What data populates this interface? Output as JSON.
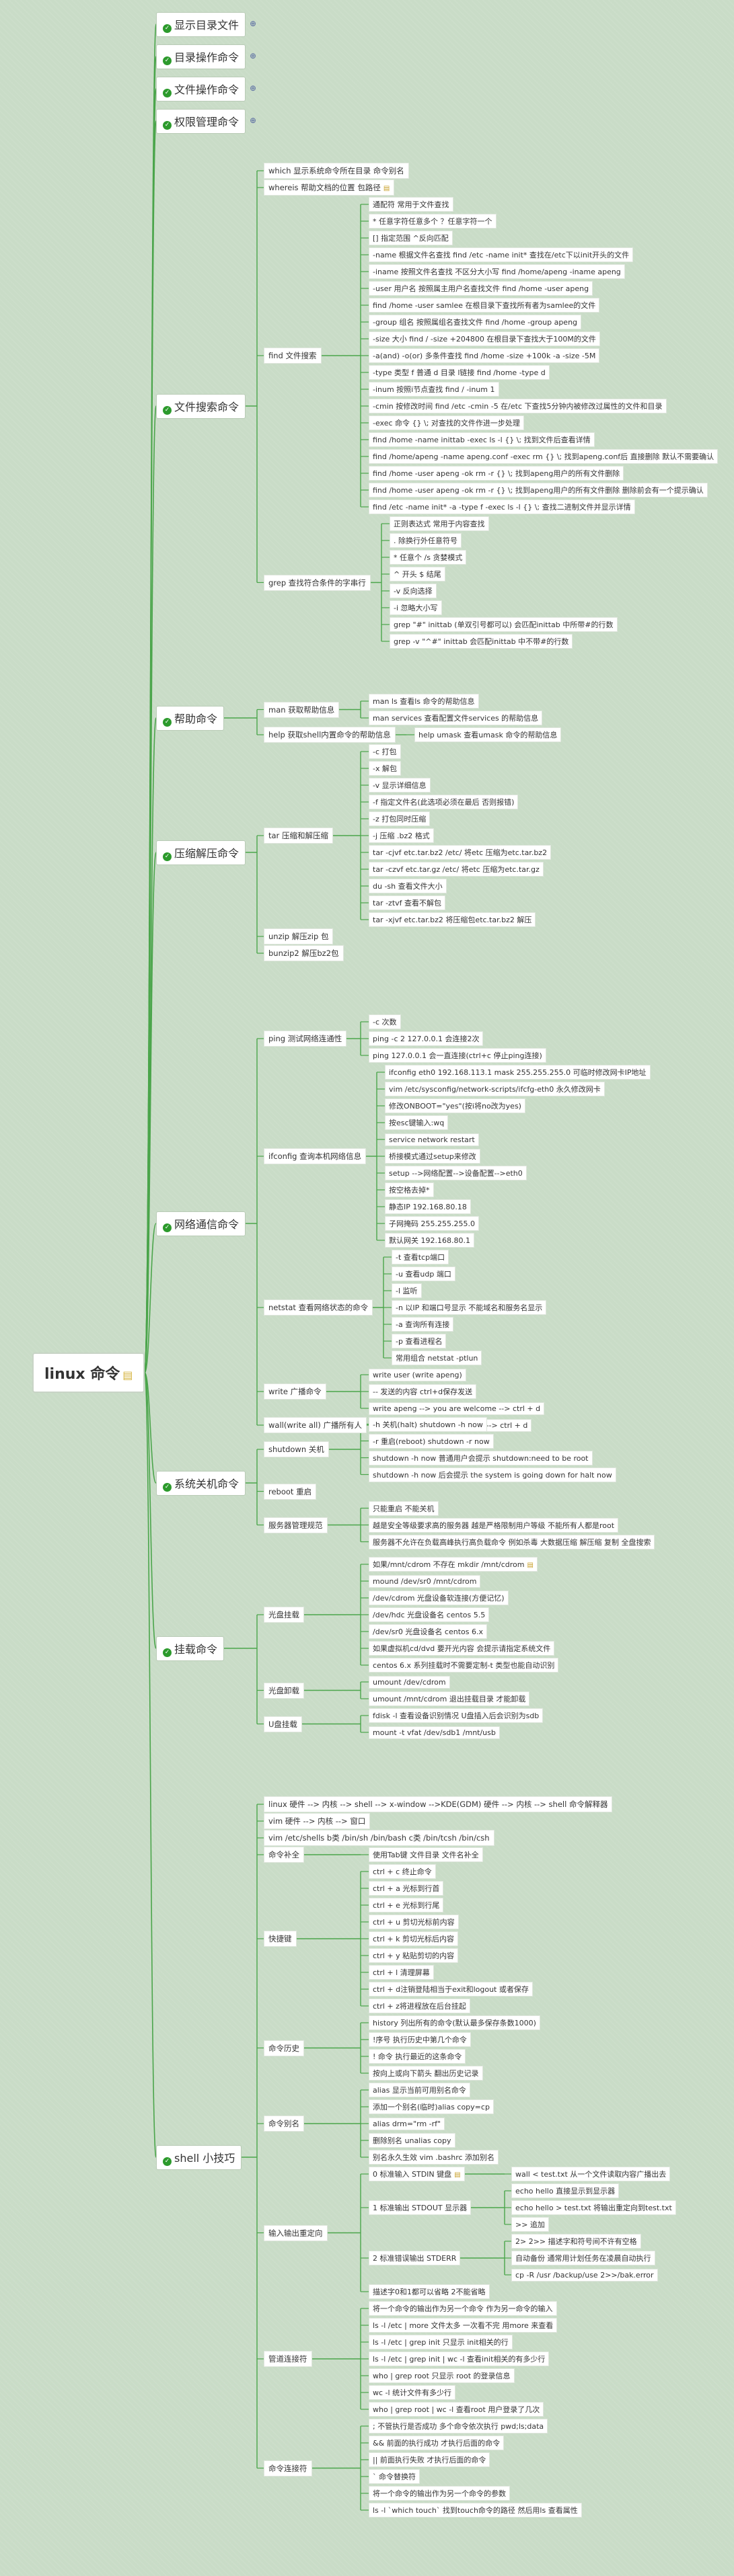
{
  "root": {
    "label": "linux 命令",
    "note": true
  },
  "branches": [
    {
      "label": "显示目录文件",
      "collapsed": true
    },
    {
      "label": "目录操作命令",
      "collapsed": true
    },
    {
      "label": "文件操作命令",
      "collapsed": true
    },
    {
      "label": "权限管理命令",
      "collapsed": true
    },
    {
      "label": "文件搜索命令",
      "children": [
        {
          "label": "which 显示系统命令所在目录 命令别名"
        },
        {
          "label": "whereis 帮助文档的位置 包路径",
          "note": true
        },
        {
          "label": "find 文件搜索",
          "children": [
            {
              "label": "通配符 常用于文件查找"
            },
            {
              "label": "* 任意字符任意多个 ？任意字符一个"
            },
            {
              "label": "[] 指定范围 ^反向匹配"
            },
            {
              "label": "-name 根据文件名查找 find /etc -name init* 查找在/etc下以init开头的文件"
            },
            {
              "label": "-iname 按照文件名查找 不区分大小写 find /home/apeng -iname apeng"
            },
            {
              "label": "-user 用户名 按照属主用户名查找文件 find /home -user apeng"
            },
            {
              "label": "find /home -user samlee 在根目录下查找所有者为samlee的文件"
            },
            {
              "label": "-group 组名 按照属组名查找文件 find /home -group apeng"
            },
            {
              "label": "-size 大小 find / -size +204800 在根目录下查找大于100M的文件"
            },
            {
              "label": "-a(and) -o(or) 多条件查找 find /home -size +100k -a -size -5M"
            },
            {
              "label": "-type 类型 f 普通 d 目录 l链接 find /home -type d"
            },
            {
              "label": "-inum 按照i节点查找 find / -inum 1"
            },
            {
              "label": "-cmin 按修改时间 find /etc -cmin -5 在/etc 下查找5分钟内被修改过属性的文件和目录"
            },
            {
              "label": "-exec 命令 {} \\; 对查找的文件作进一步处理"
            },
            {
              "label": "find /home -name inittab -exec ls -l {} \\; 找到文件后查看详情"
            },
            {
              "label": "find /home/apeng -name apeng.conf -exec rm {} \\; 找到apeng.conf后 直接删除 默认不需要确认"
            },
            {
              "label": "find /home -user apeng -ok rm -r {} \\; 找到apeng用户的所有文件删除"
            },
            {
              "label": "find /home -user apeng -ok rm -r {} \\; 找到apeng用户的所有文件删除 删除前会有一个提示确认"
            },
            {
              "label": "find /etc -name init* -a -type f -exec ls -l {} \\; 查找二进制文件并显示详情"
            }
          ]
        },
        {
          "label": "grep 查找符合条件的字串行",
          "children": [
            {
              "label": "正则表达式 常用于内容查找"
            },
            {
              "label": ". 除换行外任意符号"
            },
            {
              "label": "* 任意个 /s 贪婪模式"
            },
            {
              "label": "^ 开头 $ 结尾"
            },
            {
              "label": "-v 反向选择"
            },
            {
              "label": "-i 忽略大小写"
            },
            {
              "label": "grep \"#\" inittab (单双引号都可以) 会匹配inittab 中所带#的行数"
            },
            {
              "label": "grep -v \"^#\" inittab 会匹配inittab 中不带#的行数"
            }
          ]
        }
      ]
    },
    {
      "label": "帮助命令",
      "children": [
        {
          "label": "man 获取帮助信息",
          "children": [
            {
              "label": "man ls 查看ls 命令的帮助信息"
            },
            {
              "label": "man services 查看配置文件services 的帮助信息"
            }
          ]
        },
        {
          "label": "help 获取shell内置命令的帮助信息",
          "children": [
            {
              "label": "help umask 查看umask 命令的帮助信息"
            }
          ]
        }
      ]
    },
    {
      "label": "压缩解压命令",
      "children": [
        {
          "label": "tar 压缩和解压缩",
          "children": [
            {
              "label": "-c 打包"
            },
            {
              "label": "-x 解包"
            },
            {
              "label": "-v 显示详细信息"
            },
            {
              "label": "-f 指定文件名(此选项必须在最后 否则报错)"
            },
            {
              "label": "-z 打包同时压缩"
            },
            {
              "label": "-j 压缩 .bz2 格式"
            },
            {
              "label": "tar -cjvf etc.tar.bz2 /etc/ 将etc 压缩为etc.tar.bz2"
            },
            {
              "label": "tar -czvf etc.tar.gz /etc/ 将etc 压缩为etc.tar.gz"
            },
            {
              "label": "du -sh 查看文件大小"
            },
            {
              "label": "tar -ztvf 查看不解包"
            },
            {
              "label": "tar -xjvf etc.tar.bz2 将压缩包etc.tar.bz2 解压"
            }
          ]
        },
        {
          "label": "unzip 解压zip 包"
        },
        {
          "label": "bunzip2 解压bz2包"
        }
      ]
    },
    {
      "label": "网络通信命令",
      "children": [
        {
          "label": "ping 测试网络连通性",
          "children": [
            {
              "label": "-c 次数"
            },
            {
              "label": "ping -c 2 127.0.0.1 会连接2次"
            },
            {
              "label": "ping 127.0.0.1 会一直连接(ctrl+c 停止ping连接)"
            }
          ]
        },
        {
          "label": "ifconfig 查询本机网络信息",
          "children": [
            {
              "label": "ifconfig eth0 192.168.113.1 mask 255.255.255.0 可临时修改网卡IP地址"
            },
            {
              "label": "vim /etc/sysconfig/network-scripts/ifcfg-eth0 永久修改网卡"
            },
            {
              "label": "修改ONBOOT=\"yes\"(按i将no改为yes)"
            },
            {
              "label": "按esc键输入:wq"
            },
            {
              "label": "service network restart"
            },
            {
              "label": "桥接模式通过setup来修改"
            },
            {
              "label": "setup -->网络配置-->设备配置-->eth0"
            },
            {
              "label": "按空格去掉*"
            },
            {
              "label": "静态IP 192.168.80.18"
            },
            {
              "label": "子网掩码 255.255.255.0"
            },
            {
              "label": "默认网关 192.168.80.1"
            }
          ]
        },
        {
          "label": "netstat 查看网络状态的命令",
          "children": [
            {
              "label": "-t 查看tcp端口"
            },
            {
              "label": "-u 查看udp 端口"
            },
            {
              "label": "-l 监听"
            },
            {
              "label": "-n 以IP 和端口号显示 不能域名和服务名显示"
            },
            {
              "label": "-a 查询所有连接"
            },
            {
              "label": "-p 查看进程名"
            },
            {
              "label": "常用组合 netstat -ptlun"
            }
          ]
        },
        {
          "label": "write 广播命令",
          "children": [
            {
              "label": "write user (write apeng)"
            },
            {
              "label": "-- 发送的内容 ctrl+d保存发送"
            },
            {
              "label": "write apeng --> you are welcome --> ctrl + d"
            }
          ]
        },
        {
          "label": "wall(write all) 广播所有人",
          "children": [
            {
              "label": "wall --> you are welcome --> ctrl + d"
            }
          ]
        }
      ]
    },
    {
      "label": "系统关机命令",
      "children": [
        {
          "label": "shutdown 关机",
          "children": [
            {
              "label": "-h 关机(halt) shutdown -h now"
            },
            {
              "label": "-r 重启(reboot) shutdown -r now"
            },
            {
              "label": "shutdown -h now 普通用户会提示 shutdown:need to be root"
            },
            {
              "label": "shutdown -h now 后会提示 the system is going down for halt now"
            }
          ]
        },
        {
          "label": "reboot 重启"
        },
        {
          "label": "服务器管理规范",
          "children": [
            {
              "label": "只能重启 不能关机"
            },
            {
              "label": "越是安全等级要求高的服务器 越是严格限制用户等级 不能所有人都是root"
            },
            {
              "label": "服务器不允许在负载高峰执行高负载命令 例如杀毒 大数据压缩 解压缩 复制 全盘搜索"
            }
          ]
        }
      ]
    },
    {
      "label": "挂载命令",
      "children": [
        {
          "label": "光盘挂载",
          "children": [
            {
              "label": "如果/mnt/cdrom 不存在 mkdir /mnt/cdrom",
              "note": true
            },
            {
              "label": "mound /dev/sr0 /mnt/cdrom"
            },
            {
              "label": "/dev/cdrom 光盘设备软连接(方便记忆)"
            },
            {
              "label": "/dev/hdc 光盘设备名 centos 5.5"
            },
            {
              "label": "/dev/sr0 光盘设备名 centos 6.x"
            },
            {
              "label": "如果虚拟机cd/dvd 要开光内容 会提示请指定系统文件"
            },
            {
              "label": "centos 6.x 系列挂载时不需要定制-t 类型也能自动识别"
            }
          ]
        },
        {
          "label": "光盘卸载",
          "children": [
            {
              "label": "umount /dev/cdrom"
            },
            {
              "label": "umount /mnt/cdrom 退出挂载目录 才能卸载"
            }
          ]
        },
        {
          "label": "U盘挂载",
          "children": [
            {
              "label": "fdisk -l 查看设备识别情况 U盘插入后会识别为sdb"
            },
            {
              "label": "mount -t vfat /dev/sdb1 /mnt/usb"
            }
          ]
        }
      ]
    },
    {
      "label": "shell 小技巧",
      "children": [
        {
          "label": "linux 硬件 --> 内核 --> shell --> x-window -->KDE(GDM) 硬件 --> 内核 --> shell 命令解释器"
        },
        {
          "label": "vim 硬件 --> 内核 --> 窗口"
        },
        {
          "label": "vim /etc/shells b类 /bin/sh /bin/bash c类 /bin/tcsh /bin/csh"
        },
        {
          "label": "命令补全",
          "children": [
            {
              "label": "使用Tab键 文件目录 文件名补全"
            }
          ]
        },
        {
          "label": "快捷键",
          "children": [
            {
              "label": "ctrl + c 终止命令"
            },
            {
              "label": "ctrl + a 光标到行首"
            },
            {
              "label": "ctrl + e 光标到行尾"
            },
            {
              "label": "ctrl + u 剪切光标前内容"
            },
            {
              "label": "ctrl + k 剪切光标后内容"
            },
            {
              "label": "ctrl + y 粘贴剪切的内容"
            },
            {
              "label": "ctrl + l 清理屏幕"
            },
            {
              "label": "ctrl + d注销登陆相当于exit和logout 或者保存"
            },
            {
              "label": "ctrl + z将进程放在后台挂起"
            }
          ]
        },
        {
          "label": "命令历史",
          "children": [
            {
              "label": "history 列出所有的命令(默认最多保存条数1000)"
            },
            {
              "label": "!序号 执行历史中第几个命令"
            },
            {
              "label": "! 命令 执行最近的这条命令"
            },
            {
              "label": "按向上或向下箭头 翻出历史记录"
            }
          ]
        },
        {
          "label": "命令别名",
          "children": [
            {
              "label": "alias 显示当前可用别名命令"
            },
            {
              "label": "添加一个别名(临时)alias copy=cp"
            },
            {
              "label": "alias drm=\"rm -rf\""
            },
            {
              "label": "删除别名 unalias copy"
            },
            {
              "label": "别名永久生效 vim .bashrc 添加别名"
            }
          ]
        },
        {
          "label": "输入输出重定向",
          "children": [
            {
              "label": "0 标准输入 STDIN 键盘",
              "note": true,
              "children": [
                {
                  "label": "wall < test.txt 从一个文件读取内容广播出去"
                }
              ]
            },
            {
              "label": "1 标准输出 STDOUT 显示器",
              "children": [
                {
                  "label": "echo hello 直接显示到显示器"
                },
                {
                  "label": "echo hello > test.txt 将输出重定向到test.txt"
                },
                {
                  "label": ">> 追加"
                }
              ]
            },
            {
              "label": "2 标准错误输出 STDERR",
              "children": [
                {
                  "label": "2> 2>> 描述字和符号间不许有空格"
                },
                {
                  "label": "自动备份 通常用计划任务在凌晨自动执行"
                },
                {
                  "label": "cp -R /usr /backup/use 2>>/bak.error"
                }
              ]
            },
            {
              "label": "描述字0和1都可以省略 2不能省略"
            }
          ]
        },
        {
          "label": "管道连接符",
          "children": [
            {
              "label": "将一个命令的输出作为另一个命令 作为另一命令的输入"
            },
            {
              "label": "ls -l /etc | more 文件太多 一次看不完 用more 来查看"
            },
            {
              "label": "ls -l /etc | grep init 只显示 init相关的行"
            },
            {
              "label": "ls -l /etc | grep init | wc -l 查看init相关的有多少行"
            },
            {
              "label": "who | grep root 只显示 root 的登录信息"
            },
            {
              "label": "wc -l 统计文件有多少行"
            },
            {
              "label": "who | grep root | wc -l 查看root 用户登录了几次"
            }
          ]
        },
        {
          "label": "命令连接符",
          "children": [
            {
              "label": "; 不管执行是否成功 多个命令依次执行 pwd;ls;data"
            },
            {
              "label": "&& 前面的执行成功 才执行后面的命令"
            },
            {
              "label": "|| 前面执行失败 才执行后面的命令"
            },
            {
              "label": "` 命令替换符"
            },
            {
              "label": "将一个命令的输出作为另一个命令的参数"
            },
            {
              "label": "ls -l `which touch` 找到touch命令的路径 然后用ls 查看属性"
            }
          ]
        }
      ]
    }
  ],
  "colors": {
    "background": "#c9dcc7",
    "line": "#4ba54b",
    "icon": "#2c9a2c",
    "collapse_plus": "#6a7ca7"
  }
}
